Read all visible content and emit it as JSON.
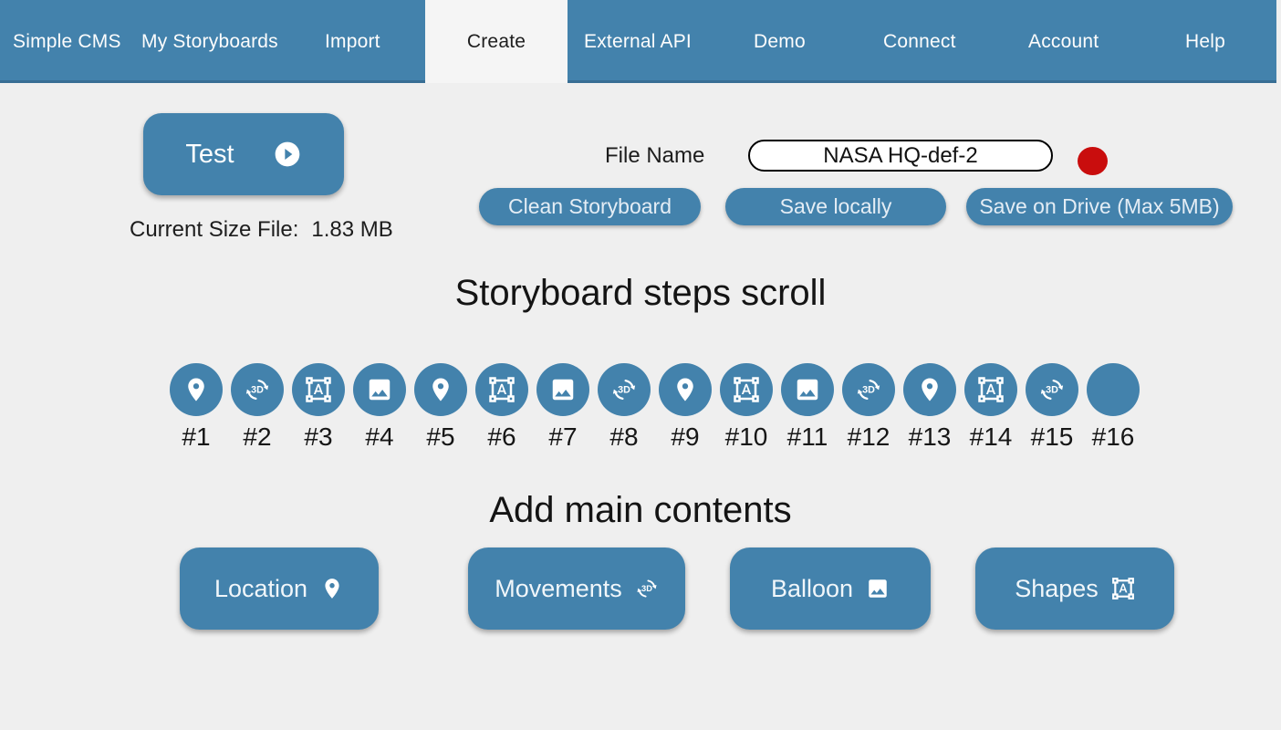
{
  "colors": {
    "accent": "#4382ac",
    "status_red": "#c90d0d"
  },
  "navbar": {
    "items": [
      {
        "label": "Simple CMS"
      },
      {
        "label": "My Storyboards"
      },
      {
        "label": "Import"
      },
      {
        "label": "Create",
        "active": true
      },
      {
        "label": "External API"
      },
      {
        "label": "Demo"
      },
      {
        "label": "Connect"
      },
      {
        "label": "Account"
      },
      {
        "label": "Help"
      }
    ]
  },
  "toolbar": {
    "test_label": "Test",
    "test_icon": "play",
    "current_size_label": "Current Size File:",
    "current_size_value": "1.83 MB",
    "file_name_label": "File Name",
    "file_name_value": "NASA HQ-def-2",
    "clean_label": "Clean Storyboard",
    "save_local_label": "Save locally",
    "save_drive_label": "Save on Drive (Max 5MB)"
  },
  "steps": {
    "title": "Storyboard steps scroll",
    "items": [
      {
        "label": "#1",
        "icon": "pin"
      },
      {
        "label": "#2",
        "icon": "threed"
      },
      {
        "label": "#3",
        "icon": "shapes"
      },
      {
        "label": "#4",
        "icon": "image"
      },
      {
        "label": "#5",
        "icon": "pin"
      },
      {
        "label": "#6",
        "icon": "shapes"
      },
      {
        "label": "#7",
        "icon": "image"
      },
      {
        "label": "#8",
        "icon": "threed"
      },
      {
        "label": "#9",
        "icon": "pin"
      },
      {
        "label": "#10",
        "icon": "shapes"
      },
      {
        "label": "#11",
        "icon": "image"
      },
      {
        "label": "#12",
        "icon": "threed"
      },
      {
        "label": "#13",
        "icon": "pin"
      },
      {
        "label": "#14",
        "icon": "shapes"
      },
      {
        "label": "#15",
        "icon": "threed"
      },
      {
        "label": "#16",
        "icon": ""
      }
    ]
  },
  "main": {
    "title": "Add main contents",
    "buttons": [
      {
        "label": "Location",
        "icon": "pin"
      },
      {
        "label": "Movements",
        "icon": "threed"
      },
      {
        "label": "Balloon",
        "icon": "image"
      },
      {
        "label": "Shapes",
        "icon": "shapes"
      }
    ]
  }
}
